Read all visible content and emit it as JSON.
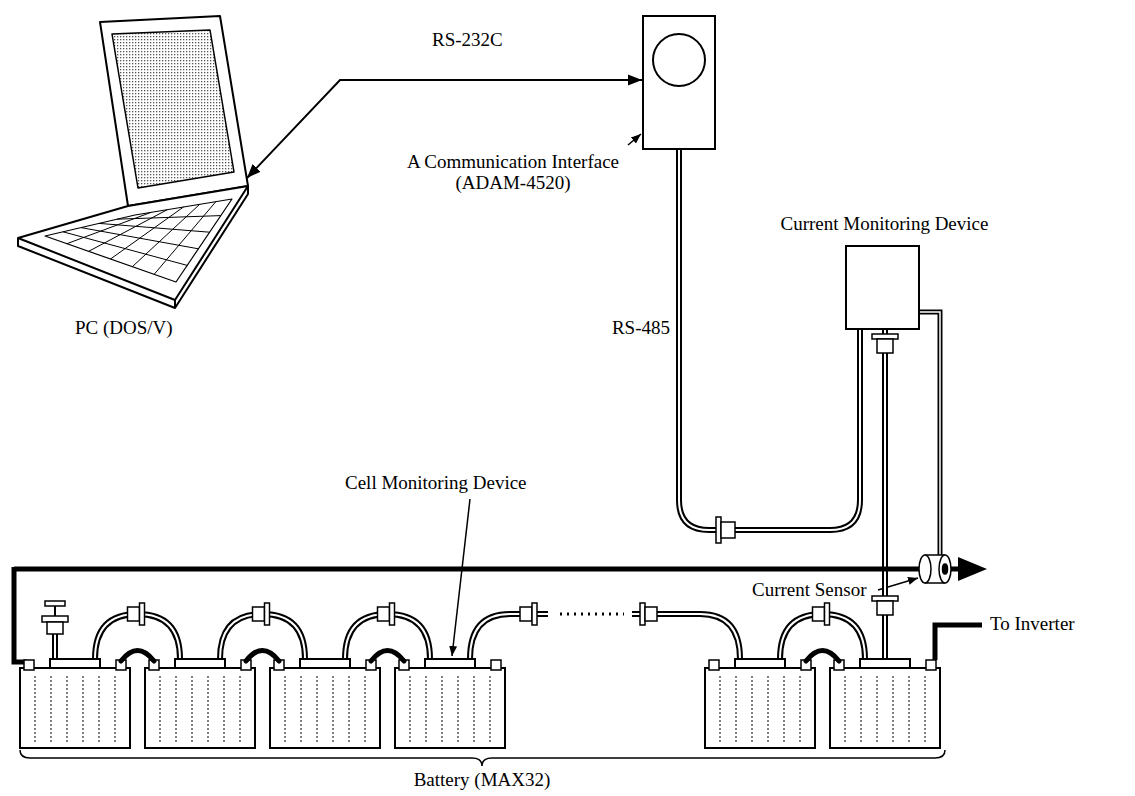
{
  "diagram": {
    "nodes": [
      {
        "text": [
          "PC (DOS/V)"
        ]
      },
      {
        "text": [
          "A Communication Interface (ADAM-4520)"
        ]
      },
      {
        "text": [
          "Current Monitoring Device"
        ]
      }
    ],
    "edges": [
      {
        "from": 0,
        "to": 1,
        "label": "RS-232C",
        "arrow": "both"
      },
      {
        "from": 1,
        "to": 2,
        "label": "RS-485",
        "arrow": "none"
      }
    ],
    "labels": [
      "Cell Monitoring Device",
      "Current Sensor",
      "To Inverter",
      "Battery (MAX32)"
    ]
  }
}
